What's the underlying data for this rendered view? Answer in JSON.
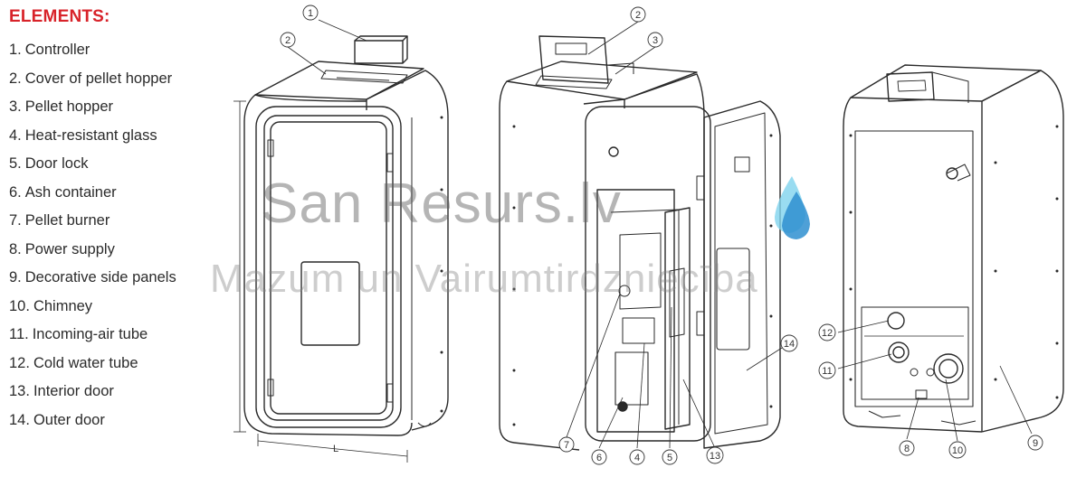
{
  "legend": {
    "title": "ELEMENTS:",
    "items": [
      {
        "num": "1.",
        "label": "Controller"
      },
      {
        "num": "2.",
        "label": "Cover of pellet hopper"
      },
      {
        "num": "3.",
        "label": "Pellet hopper"
      },
      {
        "num": "4.",
        "label": "Heat-resistant glass"
      },
      {
        "num": "5.",
        "label": "Door lock"
      },
      {
        "num": "6.",
        "label": "Ash container"
      },
      {
        "num": "7.",
        "label": "Pellet burner"
      },
      {
        "num": "8.",
        "label": "Power supply"
      },
      {
        "num": "9.",
        "label": "Decorative side panels"
      },
      {
        "num": "10.",
        "label": "Chimney"
      },
      {
        "num": "11.",
        "label": "Incoming-air tube"
      },
      {
        "num": "12.",
        "label": "Cold water tube"
      },
      {
        "num": "13.",
        "label": "Interior door"
      },
      {
        "num": "14.",
        "label": "Outer door"
      }
    ]
  },
  "watermark": {
    "brand": "San Resurs.lv",
    "tagline": "Mazum un Vairumtirdzniecība",
    "drop_colors": [
      "#7fd3ee",
      "#2f8fd0"
    ]
  },
  "dimension": {
    "length_label": "L"
  },
  "callouts": {
    "front": [
      "1",
      "2"
    ],
    "open": [
      "2",
      "3",
      "4",
      "5",
      "6",
      "7",
      "13",
      "14"
    ],
    "back": [
      "8",
      "9",
      "10",
      "11",
      "12"
    ]
  },
  "colors": {
    "accent": "#d8232a",
    "line": "#2a2a2a"
  }
}
